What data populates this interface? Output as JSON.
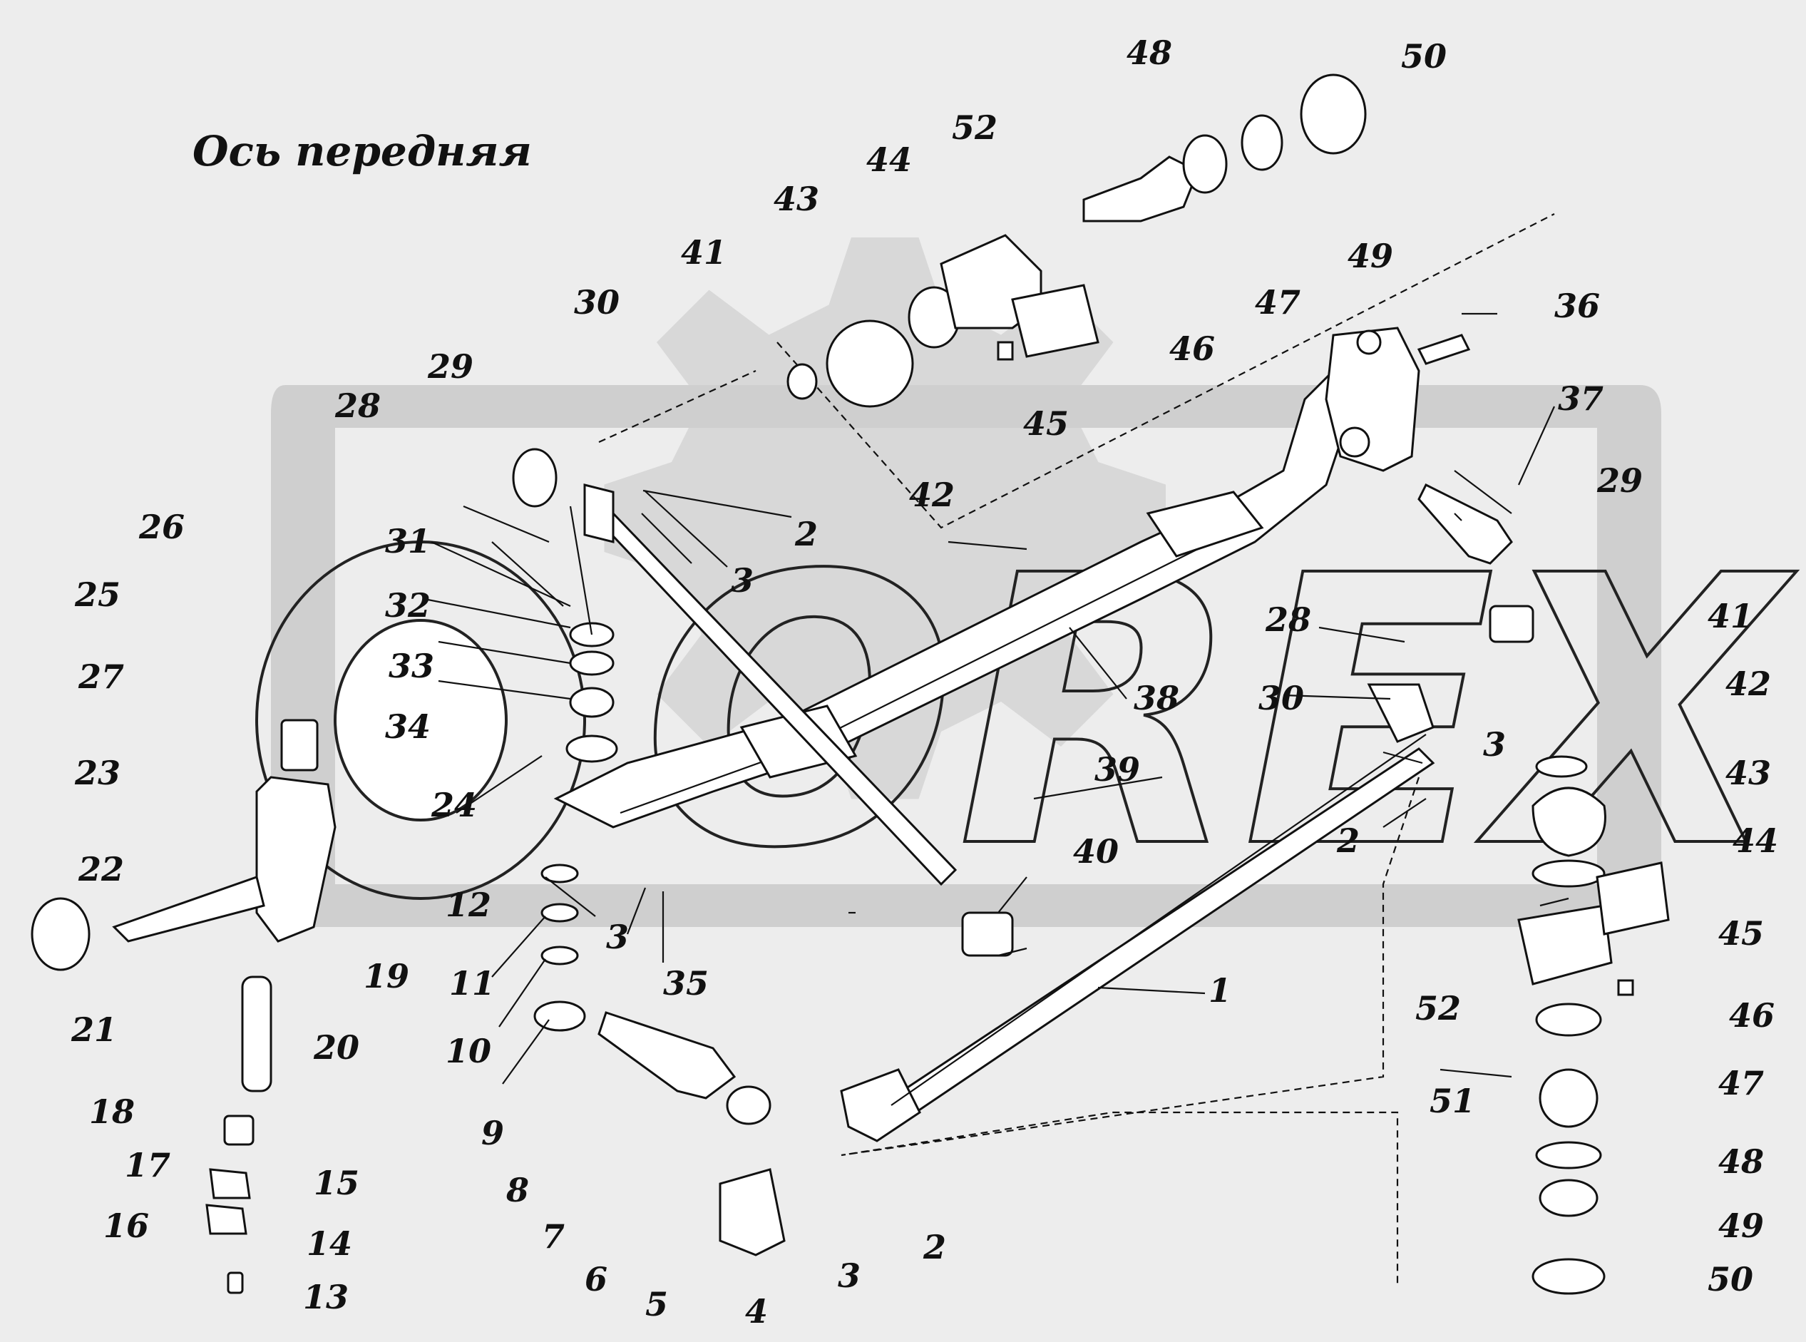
{
  "title": "Ось передняя",
  "labels": [
    "1",
    "2",
    "3",
    "4",
    "5",
    "6",
    "7",
    "8",
    "9",
    "10",
    "11",
    "12",
    "13",
    "14",
    "15",
    "16",
    "17",
    "18",
    "19",
    "20",
    "21",
    "22",
    "23",
    "24",
    "25",
    "26",
    "27",
    "28",
    "29",
    "30",
    "31",
    "32",
    "33",
    "34",
    "35",
    "36",
    "37",
    "38",
    "39",
    "40",
    "41",
    "42",
    "43",
    "44",
    "45",
    "46",
    "47",
    "48",
    "49",
    "50",
    "51",
    "52"
  ],
  "watermark": "OREX"
}
